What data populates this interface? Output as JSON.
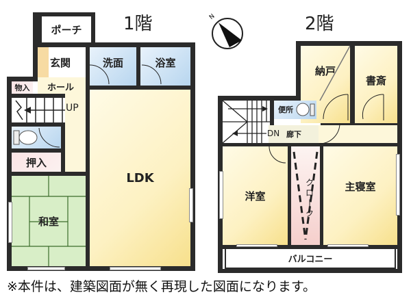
{
  "floor1": {
    "title": "1階",
    "rooms": {
      "porch": "ポーチ",
      "genkan": "玄関",
      "senmen": "洗面",
      "yokushitsu": "浴室",
      "monoire": "物入",
      "hall": "ホール",
      "stairs_up": "UP",
      "oshiire": "押入",
      "washitsu": "和室",
      "ldk": "LDK"
    }
  },
  "floor2": {
    "title": "2階",
    "rooms": {
      "nando": "納戸",
      "shosai": "書斎",
      "benjo": "便所",
      "stairs_down": "DN",
      "rouka": "廊下",
      "youshitsu": "洋室",
      "closet": [
        "ク",
        "ロ",
        "|",
        "ク"
      ],
      "shushinshitsu": "主寝室",
      "balcony": "バルコニー"
    }
  },
  "compass": {
    "label": "N",
    "icon": "north-arrow-icon"
  },
  "footnote": "※本件は、建築図面が無く再現した図面になります。",
  "colors": {
    "wall": "#2b2b2b",
    "room_yellow": "#fdf1c2",
    "wet_blue": "#b8d6ef",
    "tatami_green": "#d8eec7",
    "storage_pink": "#fbe3e5"
  }
}
